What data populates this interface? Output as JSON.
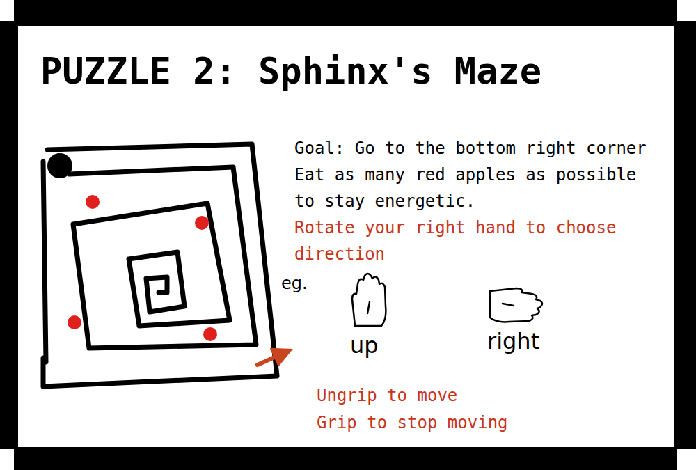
{
  "diagram": {
    "title": "PUZZLE 2: Sphinx's Maze",
    "labels": [
      "Goal: Go to the bottom right corner",
      "Eat as many red apples as possible to stay energetic.",
      "Rotate your right hand to choose direction",
      "eg.",
      "up",
      "right",
      "Ungrip to move",
      "Grip to stop moving"
    ]
  }
}
